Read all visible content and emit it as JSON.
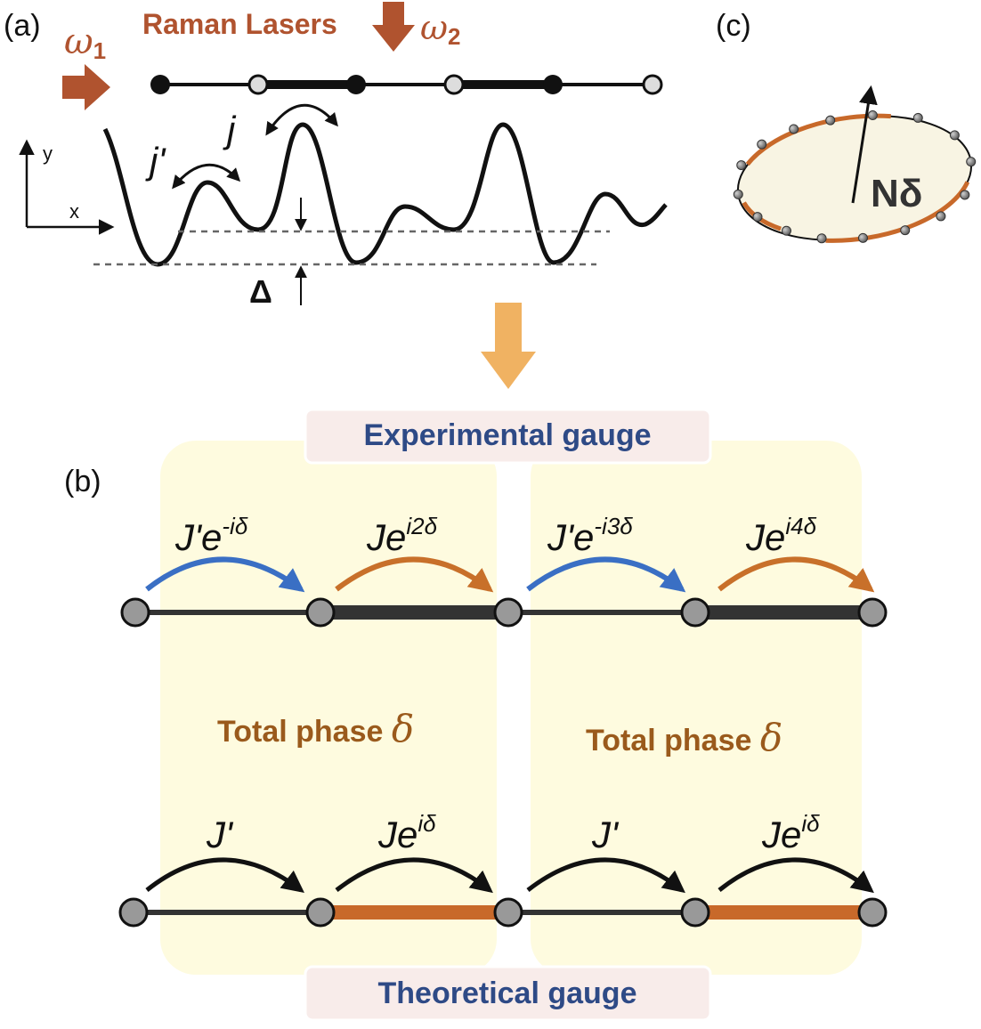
{
  "panels": {
    "a_label": "(a)",
    "b_label": "(b)",
    "c_label": "(c)"
  },
  "panel_a": {
    "raman_title": "Raman Lasers",
    "omega1": "ω",
    "omega1_sub": "1",
    "omega2": "ω",
    "omega2_sub": "2",
    "hop_j_prime": "j'",
    "hop_j": "j",
    "axis_y": "y",
    "axis_x": "x",
    "delta_offset": "Δ"
  },
  "panel_b": {
    "experimental_gauge": "Experimental gauge",
    "theoretical_gauge": "Theoretical gauge",
    "total_phase_text": "Total phase ",
    "total_phase_symbol": "δ",
    "exp_hops": [
      {
        "base": "J'e",
        "sup": "-iδ"
      },
      {
        "base": "Je",
        "sup": "i2δ"
      },
      {
        "base": "J'e",
        "sup": "-i3δ"
      },
      {
        "base": "Je",
        "sup": "i4δ"
      }
    ],
    "theo_hops": [
      {
        "base": "J'",
        "sup": ""
      },
      {
        "base": "Je",
        "sup": "iδ"
      },
      {
        "base": "J'",
        "sup": ""
      },
      {
        "base": "Je",
        "sup": "iδ"
      }
    ]
  },
  "panel_c": {
    "flux_label": "Nδ"
  },
  "colors": {
    "raman": "#b0532f",
    "arrow_down": "#f0b262",
    "cell_bg": "#fefbdf",
    "gauge_box": "#f8ecea",
    "gauge_text": "#2e4a86",
    "total_phase": "#9a5a1c",
    "blue_arrow": "#3a6fc4",
    "orange_arrow": "#c8702a",
    "orange_bond": "#c8692a",
    "dark_bond": "#333333"
  }
}
